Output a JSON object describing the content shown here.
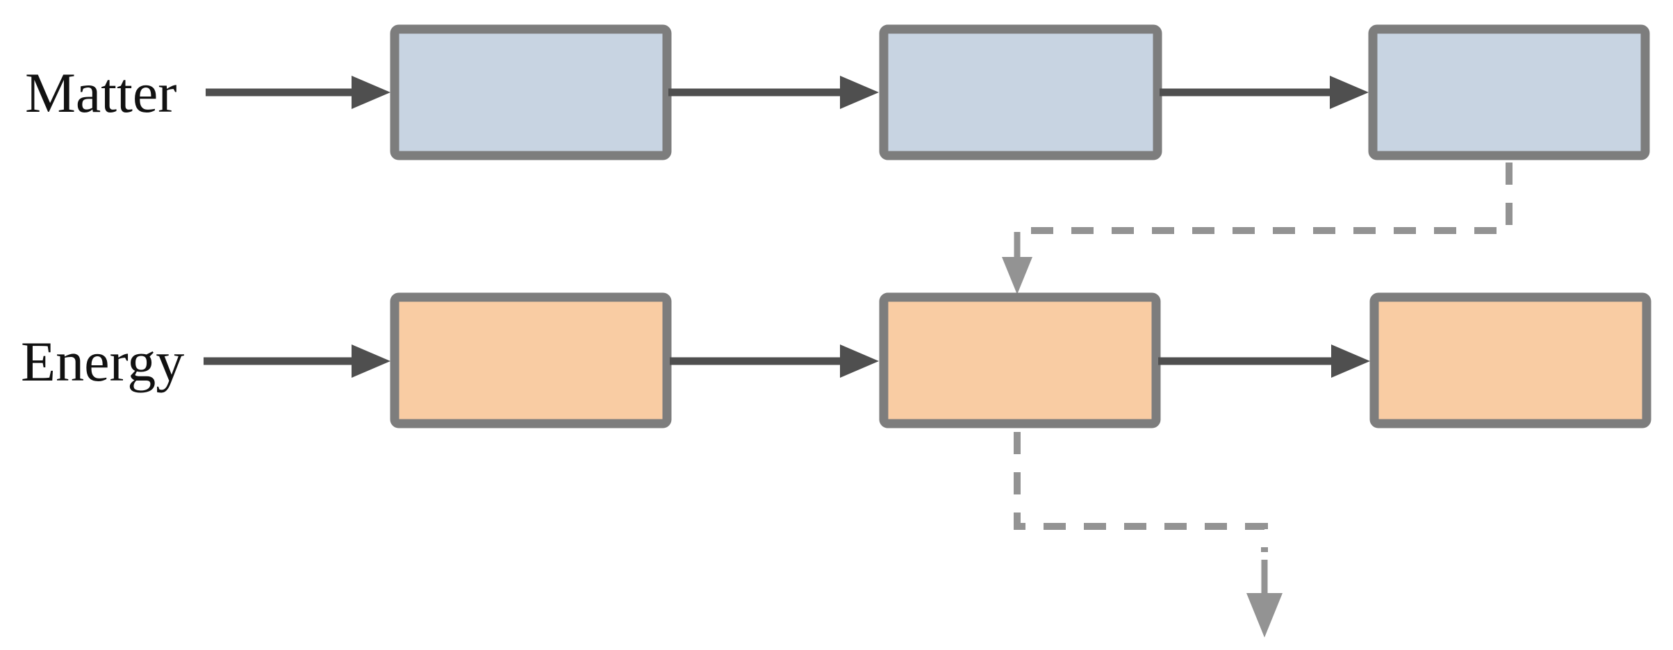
{
  "labels": {
    "matter": "Matter",
    "energy": "Energy"
  },
  "colors": {
    "background": "#ffffff",
    "matter_box_fill": "#c8d4e2",
    "energy_box_fill": "#f9cca3",
    "box_border": "#7d7d7d",
    "solid_arrow": "#4f4f4f",
    "dashed_arrow": "#939393",
    "label_text": "#111111"
  },
  "diagram": {
    "type": "flow",
    "rows": [
      {
        "name": "matter",
        "label": "Matter",
        "boxes": [
          "",
          "",
          ""
        ],
        "box_fill": "#c8d4e2"
      },
      {
        "name": "energy",
        "label": "Energy",
        "boxes": [
          "",
          "",
          ""
        ],
        "box_fill": "#f9cca3"
      }
    ],
    "solid_connections": [
      "matter-label -> matter-box-1",
      "matter-box-1 -> matter-box-2",
      "matter-box-2 -> matter-box-3",
      "energy-label -> energy-box-1",
      "energy-box-1 -> energy-box-2",
      "energy-box-2 -> energy-box-3",
      "matter-to-energy-transfer -> energy-box-2 (down arrow)",
      "energy-loss -> out of diagram (down arrow)"
    ],
    "dashed_connections": [
      "matter-box-3 -> down -> left -> into top of energy-box-2",
      "energy-box-2 bottom -> down -> right -> downward arrow out"
    ]
  }
}
